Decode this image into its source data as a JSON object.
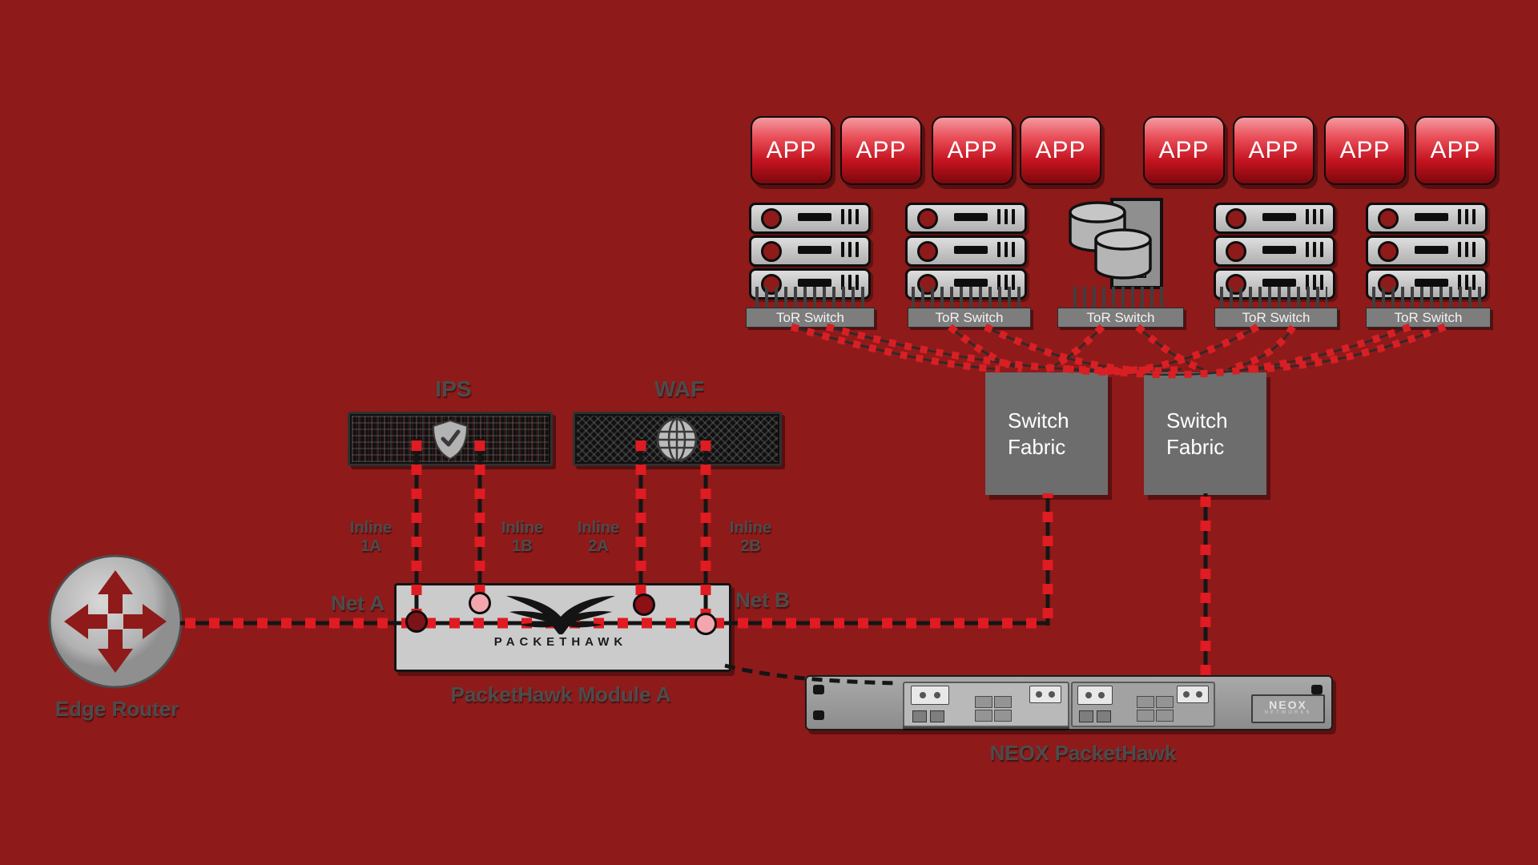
{
  "colors": {
    "background": "#8e1a1a",
    "accent_red": "#e01b22",
    "label_gray": "#4c4c4c",
    "device_gray": "#cbcbcb",
    "fabric_gray": "#6d6d6d",
    "app_gradient_top": "#f49aa0",
    "app_gradient_bottom": "#7e070d"
  },
  "edge_router": {
    "label": "Edge Router"
  },
  "security": {
    "ips_label": "IPS",
    "waf_label": "WAF"
  },
  "inline_labels": [
    {
      "line1": "Inline",
      "line2": "1A"
    },
    {
      "line1": "Inline",
      "line2": "1B"
    },
    {
      "line1": "Inline",
      "line2": "2A"
    },
    {
      "line1": "Inline",
      "line2": "2B"
    }
  ],
  "module": {
    "net_a": "Net A",
    "net_b": "Net B",
    "brand": "PACKETHAWK",
    "caption": "PacketHawk Module A"
  },
  "neox": {
    "caption": "NEOX PacketHawk",
    "logo_line1": "NEOX",
    "logo_line2": "NETWORKS"
  },
  "switch_fabrics": [
    {
      "line1": "Switch",
      "line2": "Fabric"
    },
    {
      "line1": "Switch",
      "line2": "Fabric"
    }
  ],
  "tor_switches": [
    {
      "label": "ToR Switch"
    },
    {
      "label": "ToR Switch"
    },
    {
      "label": "ToR Switch"
    },
    {
      "label": "ToR Switch"
    },
    {
      "label": "ToR Switch"
    }
  ],
  "app_boxes": [
    {
      "label": "APP"
    },
    {
      "label": "APP"
    },
    {
      "label": "APP"
    },
    {
      "label": "APP"
    },
    {
      "label": "APP"
    },
    {
      "label": "APP"
    },
    {
      "label": "APP"
    },
    {
      "label": "APP"
    }
  ]
}
